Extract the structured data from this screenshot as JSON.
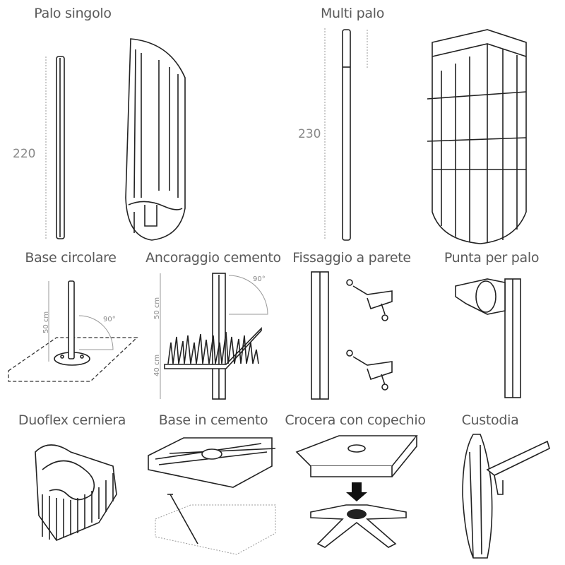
{
  "items": [
    {
      "title": "Palo singolo",
      "dimension": "220"
    },
    {
      "title": "Multi palo",
      "dimension": "230"
    },
    {
      "title": "Base circolare",
      "height": "50 cm",
      "angle": "90°"
    },
    {
      "title": "Ancoraggio cemento",
      "height_top": "50 cm",
      "height_bottom": "40 cm",
      "angle": "90°"
    },
    {
      "title": "Fissaggio a parete"
    },
    {
      "title": "Punta per palo"
    },
    {
      "title": "Duoflex cerniera"
    },
    {
      "title": "Base in cemento"
    },
    {
      "title": "Crocera con copechio"
    },
    {
      "title": "Custodia"
    }
  ],
  "colors": {
    "line": "#222222",
    "dimension": "#888888",
    "title": "#5a5a5a",
    "arrow": "#111111"
  }
}
